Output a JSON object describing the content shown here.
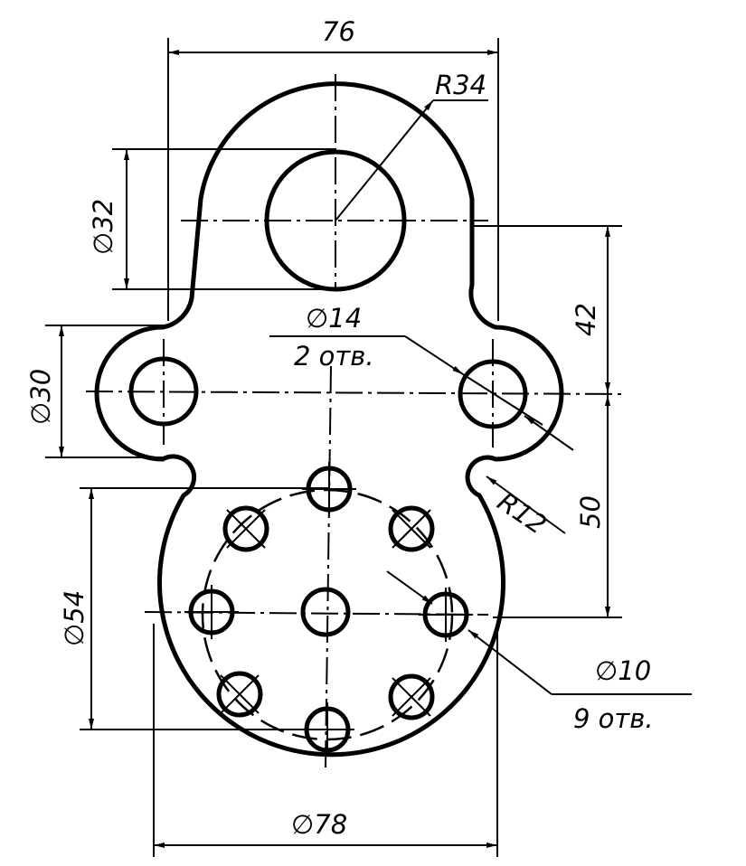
{
  "dimensions": {
    "width_76": "76",
    "radius_34": "R34",
    "dia_32": "32",
    "dia_14": "14",
    "holes_2": "2 отв.",
    "dim_42": "42",
    "dia_30": "30",
    "radius_12": "R12",
    "dim_50": "50",
    "dia_54": "54",
    "dia_10": "10",
    "holes_9": "9 отв.",
    "dia_78": "78"
  },
  "symbols": {
    "diameter": "∅"
  }
}
